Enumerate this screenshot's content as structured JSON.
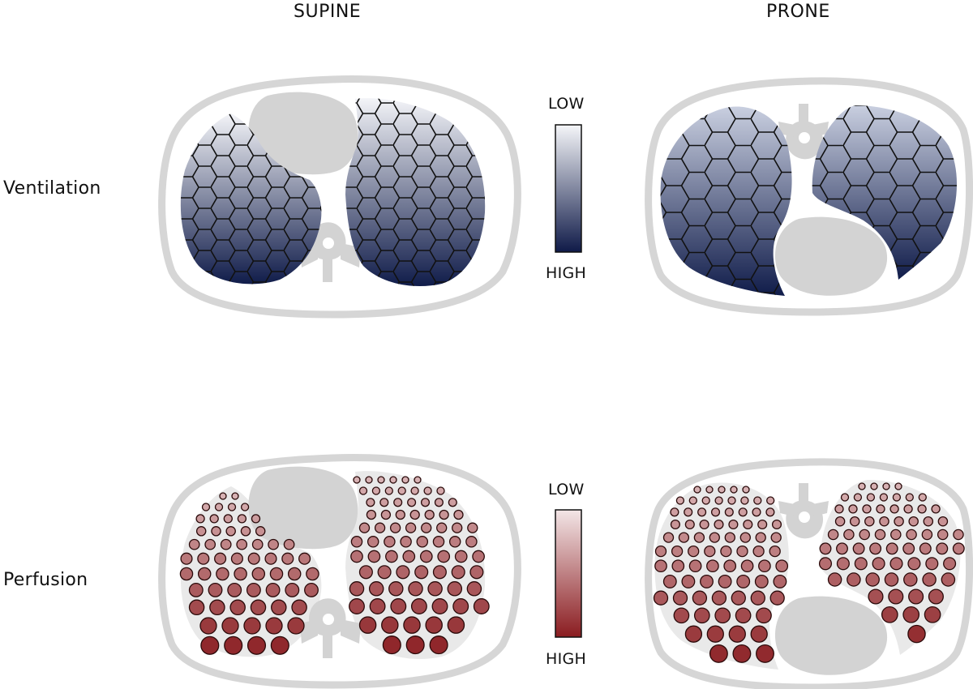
{
  "columns": {
    "left": "SUPINE",
    "right": "PRONE"
  },
  "rows": {
    "top": "Ventilation",
    "bottom": "Perfusion"
  },
  "ventilation_scale": {
    "low": "LOW",
    "high": "HIGH",
    "low_color": "#f2f3f7",
    "high_color": "#101c4a"
  },
  "perfusion_scale": {
    "low": "LOW",
    "high": "HIGH",
    "low_color": "#f1e3e4",
    "high_color": "#8a1c20"
  },
  "colors": {
    "body_outline": "#d6d6d6",
    "organ": "#d3d3d3",
    "lung_bg": "#e9e9e9",
    "cell_stroke": "#111111"
  }
}
